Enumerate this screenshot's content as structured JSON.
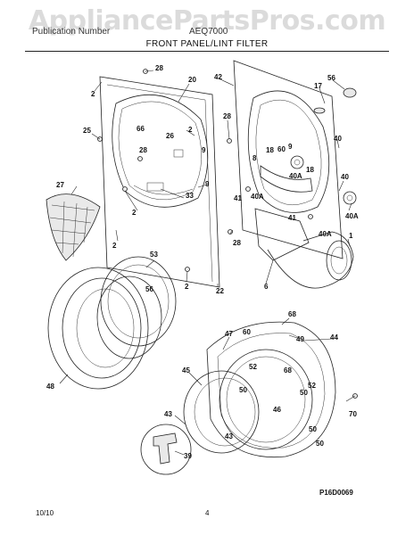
{
  "watermark": "AppliancePartsPros.com",
  "header": {
    "publication": "Publication Number",
    "model": "AEQ7000",
    "section_title": "FRONT PANEL/LINT FILTER"
  },
  "diagram_code": "P16D0069",
  "footer": {
    "revision": "10/10",
    "page": "4"
  },
  "callouts": {
    "c28a": "28",
    "c2a": "2",
    "c20": "20",
    "c42": "42",
    "c17": "17",
    "c56": "56",
    "c25": "25",
    "c66": "66",
    "c26": "26",
    "c2b": "2",
    "c28b": "28",
    "c9a": "9",
    "c28c": "28",
    "c40a": "40",
    "c18a": "18",
    "c60a": "60",
    "c9b": "9",
    "c8": "8",
    "c40Aa": "40A",
    "c18b": "18",
    "c9c": "9",
    "c40b": "40",
    "c27": "27",
    "c33": "33",
    "c41a": "41",
    "c40Ab": "40A",
    "c2c": "2",
    "c41b": "41",
    "c40Ac": "40A",
    "c40Ad": "40A",
    "c2d": "2",
    "c28d": "28",
    "c1": "1",
    "c53": "53",
    "c56b": "56",
    "c2e": "2",
    "c22": "22",
    "c6": "6",
    "c68": "68",
    "c47": "47",
    "c60b": "60",
    "c49": "49",
    "c44": "44",
    "c48": "48",
    "c45": "45",
    "c52a": "52",
    "c68b": "68",
    "c50a": "50",
    "c52b": "52",
    "c50b": "50",
    "c46": "46",
    "c70": "70",
    "c43a": "43",
    "c50c": "50",
    "c43b": "43",
    "c50d": "50",
    "c39": "39"
  }
}
